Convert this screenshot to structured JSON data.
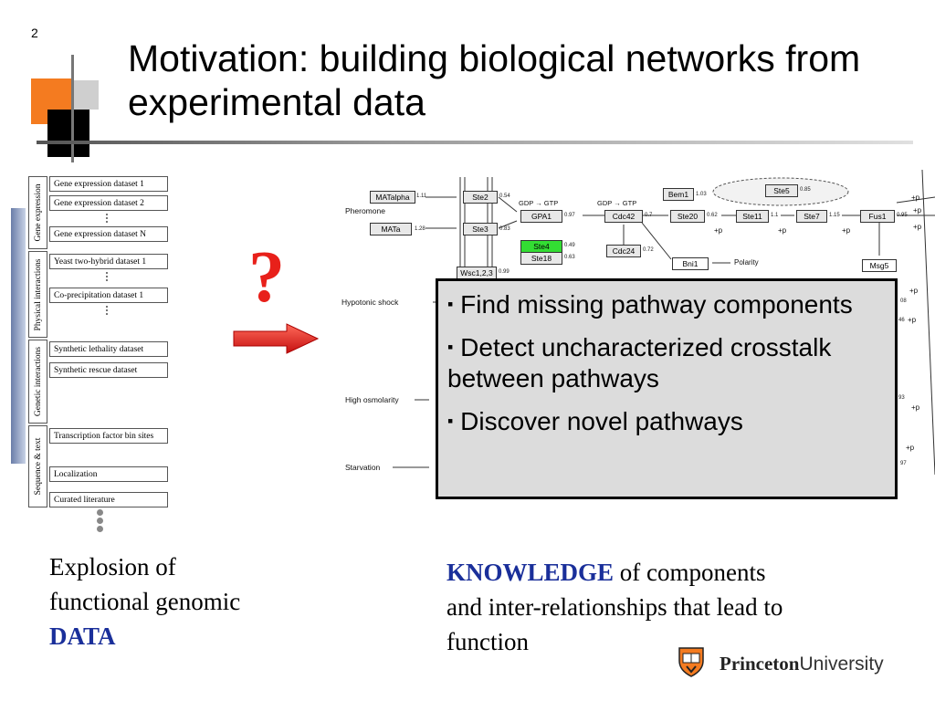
{
  "slide": {
    "number": "2",
    "title": "Motivation: building biological networks from experimental data"
  },
  "data_panel": {
    "groups": [
      {
        "label": "Gene expression"
      },
      {
        "label": "Physical interactions"
      },
      {
        "label": "Genetic interactions"
      },
      {
        "label": "Sequence & text"
      }
    ],
    "datasets": [
      "Gene expression dataset 1",
      "Gene expression dataset 2",
      "Gene expression dataset N",
      "Yeast two-hybrid dataset 1",
      "Co-precipitation dataset 1",
      "Synthetic lethality dataset",
      "Synthetic rescue dataset",
      "Transcription factor bin sites",
      "Localization",
      "Curated literature"
    ]
  },
  "question_mark": "?",
  "pathway": {
    "inputs": [
      "Pheromone",
      "Hypotonic shock",
      "High osmolarity",
      "Starvation"
    ],
    "nodes": {
      "matalpha": "MATalpha",
      "matalpha_v": "1.11",
      "mata": "MATa",
      "mata_v": "1.28",
      "ste2": "Ste2",
      "ste2_v": "0.54",
      "ste3": "Ste3",
      "ste3_v": "0.83",
      "gpa1": "GPA1",
      "gpa1_v": "0.97",
      "ste4": "Ste4",
      "ste4_v": "0.49",
      "ste18": "Ste18",
      "ste18_v": "0.63",
      "cdc42": "Cdc42",
      "cdc42_v": "0.7",
      "cdc24": "Cdc24",
      "cdc24_v": "0.72",
      "bem1": "Bem1",
      "bem1_v": "1.03",
      "ste20": "Ste20",
      "ste20_v": "0.62",
      "ste11": "Ste11",
      "ste11_v": "1.1",
      "ste7": "Ste7",
      "ste7_v": "1.15",
      "fus1": "Fus1",
      "fus1_v": "0.95",
      "ste5": "Ste5",
      "ste5_v": "0.85",
      "bni1": "Bni1",
      "msg5": "Msg5",
      "wsc": "Wsc1,2,3",
      "wsc_v": "0.99"
    },
    "labels": {
      "gdp_gtp_1": "GDP → GTP",
      "gdp_gtp_2": "GDP → GTP",
      "polarity": "Polarity",
      "plus_p": "+p"
    },
    "edge_values": [
      "08",
      "46",
      "93",
      "97"
    ]
  },
  "info_box": {
    "bullets": [
      "Find missing pathway components",
      "Detect uncharacterized crosstalk between pathways",
      "Discover novel pathways"
    ]
  },
  "captions": {
    "left_line1": "Explosion of",
    "left_line2": "functional genomic",
    "left_emph": "DATA",
    "right_emph": "KNOWLEDGE",
    "right_rest1": " of components",
    "right_line2": "and inter-relationships that lead to",
    "right_line3": "function"
  },
  "logo": {
    "bold": "Princeton",
    "regular": "University"
  },
  "colors": {
    "accent_orange": "#f47b20",
    "arrow_red": "#e8201a",
    "keyword_blue": "#1a2f9a",
    "ste4_green": "#33dd33"
  }
}
